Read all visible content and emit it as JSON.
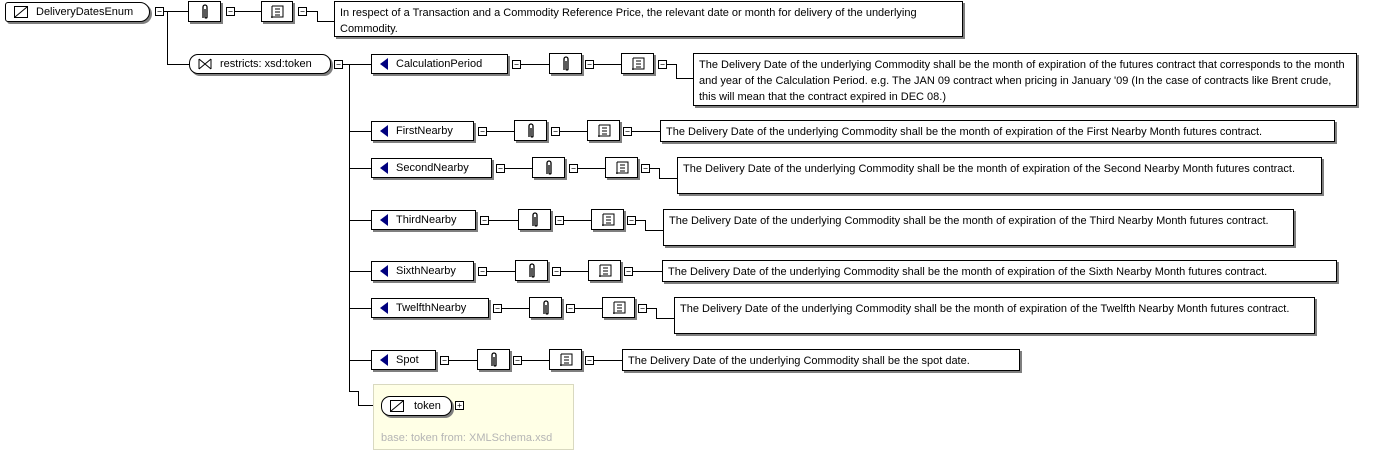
{
  "root": {
    "name": "DeliveryDatesEnum",
    "doc": "In respect of a Transaction and a Commodity Reference Price, the relevant date or month for delivery of the underlying Commodity."
  },
  "restriction": {
    "label": "restricts: xsd:token"
  },
  "enumerations": [
    {
      "name": "CalculationPeriod",
      "doc": "The Delivery Date of the underlying Commodity shall be the month of expiration of the futures contract that corresponds to the month and year of the Calculation Period. e.g. The JAN 09 contract when pricing in January '09 (In the case of contracts like Brent crude, this will mean that the contract expired in DEC 08.)"
    },
    {
      "name": "FirstNearby",
      "doc": "The Delivery Date of the underlying Commodity shall be the month of expiration of the First Nearby Month futures contract."
    },
    {
      "name": "SecondNearby",
      "doc": "The Delivery Date of the underlying Commodity shall be the month of expiration of the Second Nearby Month futures contract."
    },
    {
      "name": "ThirdNearby",
      "doc": "The Delivery Date of the underlying Commodity shall be the month of expiration of the Third Nearby Month futures contract."
    },
    {
      "name": "SixthNearby",
      "doc": "The Delivery Date of the underlying Commodity shall be the month of expiration of the Sixth Nearby Month futures contract."
    },
    {
      "name": "TwelfthNearby",
      "doc": "The Delivery Date of the underlying Commodity shall be the month of expiration of the Twelfth Nearby Month futures contract."
    },
    {
      "name": "Spot",
      "doc": "The Delivery Date of the underlying Commodity shall be the spot date."
    }
  ],
  "base": {
    "name": "token",
    "info": "base: token from: XMLSchema.xsd"
  },
  "colors": {
    "enum_marker": "#00007f",
    "base_panel": "#ffffe6",
    "base_text": "#b5b5b5",
    "shadow": "#7f7f7f"
  }
}
